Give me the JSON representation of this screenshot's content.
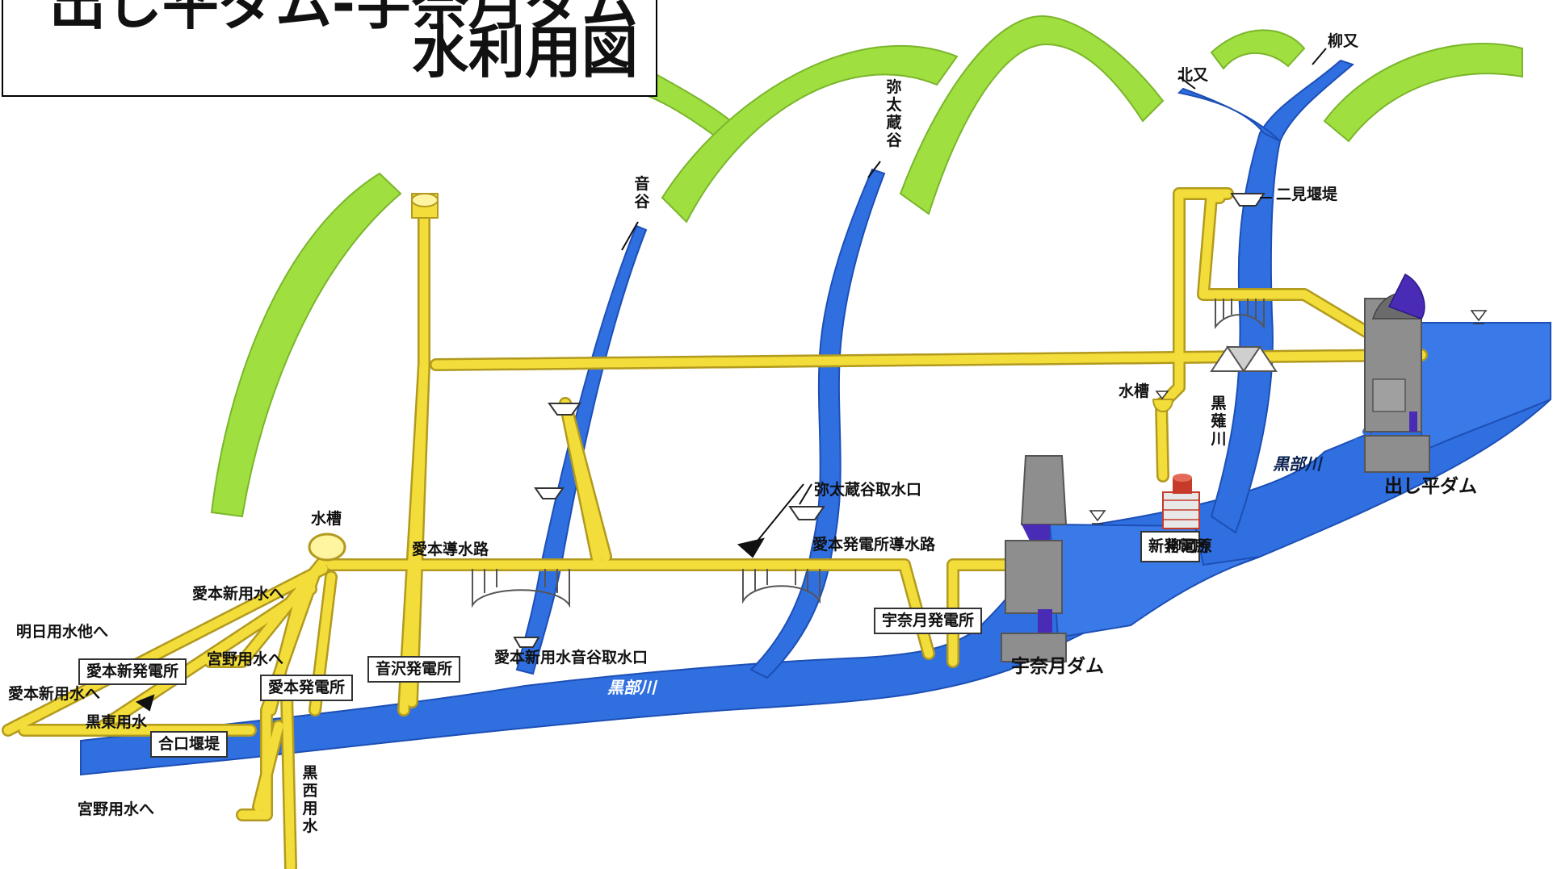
{
  "title": {
    "line1": "出し平ダム-宇奈月ダム",
    "line2": "水利用図"
  },
  "rivers": {
    "kurobe_lower": "黒部川",
    "kurobe_upper": "黒部川"
  },
  "labels": {
    "otodani": "音谷",
    "yatazoudani": "弥太蔵谷",
    "kitamata": "北又",
    "yanagimata": "柳又",
    "futami_entei": "二見堰堤",
    "suisou_upper": "水槽",
    "kuronagi_gawa": "黒薙川",
    "dashidaira_dam": "出し平ダム",
    "unazuki_dam": "宇奈月ダム",
    "yatazoudani_intake": "弥太蔵谷取水口",
    "aimoto_hatsudensho_dousuiro": "愛本発電所導水路",
    "aimoto_dousuiro": "愛本導水路",
    "suisou_lower": "水槽",
    "aimoto_shinyousui_he": "愛本新用水へ",
    "asahi_yousui_hoka_he": "明日用水他へ",
    "miyano_yousui_he_1": "宮野用水へ",
    "aimoto_shinyousui_he_2": "愛本新用水へ",
    "kurohigashi_yousui": "黒東用水",
    "miyano_yousui_he_2": "宮野用水へ",
    "kuronishi_yousui": "黒西用水",
    "otodani_intake": "愛本新用水音谷取水口"
  },
  "boxes": {
    "shin_yanagawara": "新柳河原発電所",
    "shin_yanagawara_col1": "新発電所",
    "shin_yanagawara_col2": "柳河原",
    "unazuki_hatsudensho": "宇奈月発電所",
    "otozawa_hatsudensho": "音沢発電所",
    "aimoto_shin_hatsudensho": "愛本新発電所",
    "aimoto_hatsudensho": "愛本発電所",
    "goukuchi_entei": "合口堰堤"
  },
  "colors": {
    "mountain": "#9fe040",
    "water": "#2f6fe0",
    "water_dark": "#1d4fb5",
    "channel": "#f2dd3a",
    "channel_edge": "#b29a1e",
    "dam": "#8e8e8e",
    "gate": "#4a2bb5",
    "power_station": "#c63a2a"
  }
}
